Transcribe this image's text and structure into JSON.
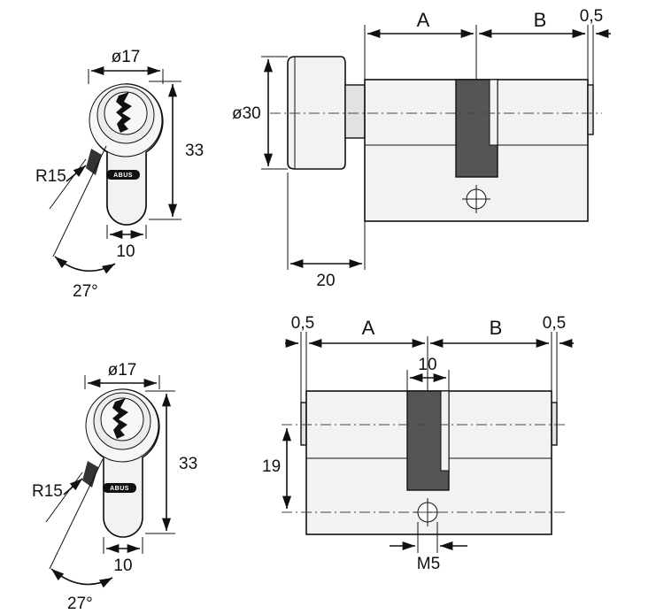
{
  "colors": {
    "line": "#111111",
    "body": "#f2f2f2",
    "cam": "#555555",
    "background": "#ffffff"
  },
  "profile_top": {
    "diameter": "ø17",
    "height": "33",
    "width": "10",
    "radius": "R15",
    "angle": "27°",
    "brand": "ABUS"
  },
  "profile_bottom": {
    "diameter": "ø17",
    "height": "33",
    "width": "10",
    "radius": "R15",
    "angle": "27°",
    "brand": "ABUS"
  },
  "thumbturn_cylinder": {
    "dim_a": "A",
    "dim_b": "B",
    "dim_end": "0,5",
    "knob_diameter": "ø30",
    "knob_length": "20"
  },
  "double_cylinder": {
    "dim_left_end": "0,5",
    "dim_a": "A",
    "dim_b": "B",
    "dim_right_end": "0,5",
    "cam_width": "10",
    "height": "19",
    "screw": "M5"
  }
}
